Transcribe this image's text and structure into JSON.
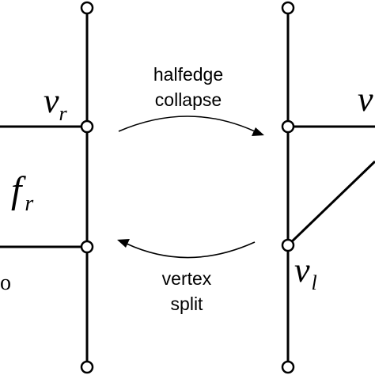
{
  "operations": {
    "collapse_line1": "halfedge",
    "collapse_line2": "collapse",
    "split_line1": "vertex",
    "split_line2": "split"
  },
  "labels": {
    "vr_main": "v",
    "vr_sub": "r",
    "fr_main": "f",
    "fr_sub": "r",
    "partial_o": "o",
    "vl_main": "v",
    "vl_sub": "l",
    "right_partial_v": "v"
  }
}
